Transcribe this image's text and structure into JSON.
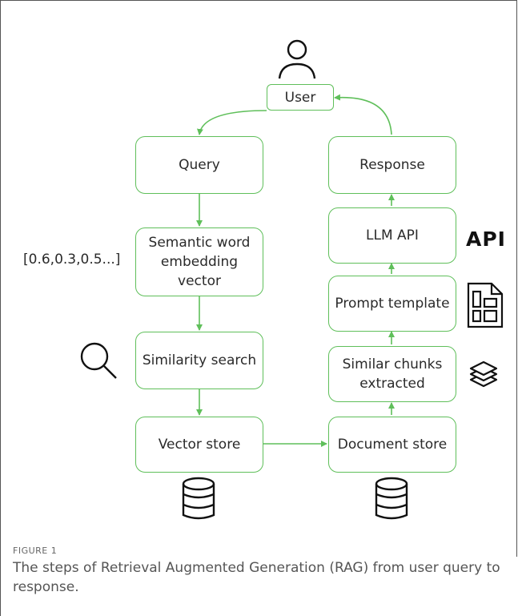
{
  "diagram": {
    "nodes": {
      "user": "User",
      "query": "Query",
      "embedding": "Semantic word embedding vector",
      "similarity": "Similarity search",
      "vector_store": "Vector store",
      "document_store": "Document store",
      "similar_chunks": "Similar chunks extracted",
      "prompt_template": "Prompt template",
      "llm_api": "LLM API",
      "response": "Response"
    },
    "embedding_vector_example": "[0.6,0.3,0.5...]",
    "api_badge": "API",
    "icons": [
      "user-icon",
      "search-icon",
      "database-icon",
      "document-icon",
      "layers-icon",
      "api-icon"
    ],
    "accent_color": "#5fbf5a"
  },
  "caption": {
    "label": "FIGURE 1",
    "text": "The steps of Retrieval Augmented Generation (RAG) from user query to response."
  }
}
